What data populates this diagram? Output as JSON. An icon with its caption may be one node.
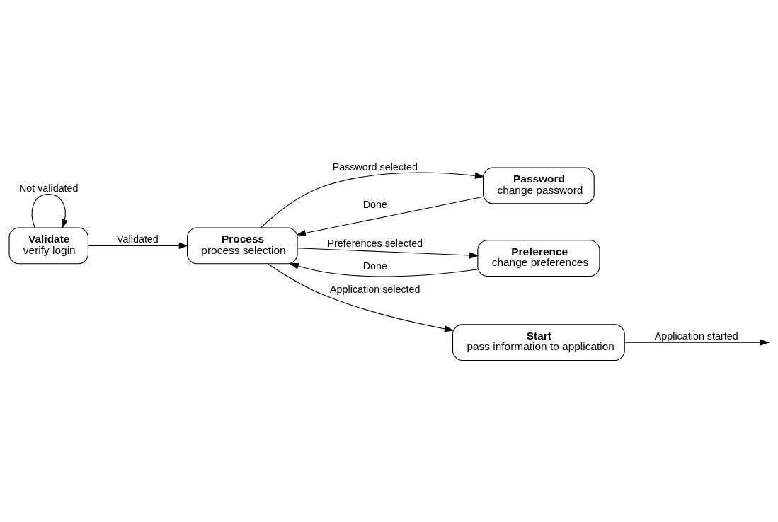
{
  "diagram": {
    "nodes": [
      {
        "text": [
          "Validate",
          "verify login"
        ]
      },
      {
        "text": [
          "Process",
          "process selection"
        ]
      },
      {
        "text": [
          "Password",
          "change password"
        ]
      },
      {
        "text": [
          "Preference",
          "change preferences"
        ]
      },
      {
        "text": [
          "Start",
          "pass information to application"
        ]
      }
    ],
    "edges": [
      {
        "from": 0,
        "to": 0,
        "arrow": "to",
        "label": "Not validated"
      },
      {
        "from": 0,
        "to": 1,
        "arrow": "to",
        "label": "Validated"
      },
      {
        "from": 1,
        "to": 2,
        "arrow": "to",
        "label": "Password selected"
      },
      {
        "from": 1,
        "to": 3,
        "arrow": "to",
        "label": "Preferences selected"
      },
      {
        "from": 2,
        "to": 1,
        "arrow": "to",
        "label": "Done"
      },
      {
        "from": 3,
        "to": 1,
        "arrow": "to",
        "label": "Done"
      },
      {
        "from": 1,
        "to": 4,
        "arrow": "to",
        "label": "Application selected"
      },
      {
        "from": 4,
        "to": null,
        "arrow": "to",
        "label": "Application started"
      }
    ]
  }
}
